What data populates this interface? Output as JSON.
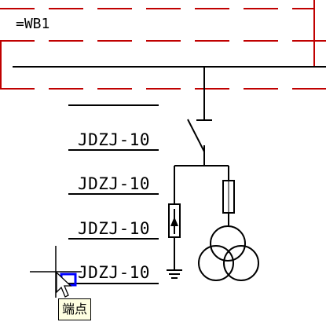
{
  "bus_label": "=WB1",
  "labels": [
    "JDZJ-10",
    "JDZJ-10",
    "JDZJ-10",
    "JDZJ-10"
  ],
  "tooltip": "端点",
  "colors": {
    "dashed_line": "#c00000",
    "wire": "#000000",
    "grip": "#0000ff",
    "tooltip_bg": "#ffffe1"
  },
  "icons": [
    "crosshair-cursor-icon",
    "arrow-cursor-icon",
    "endpoint-snap-marker-icon",
    "disconnector-switch-icon",
    "fuse-icon",
    "surge-arrester-icon",
    "ground-symbol-icon",
    "voltage-transformer-icon"
  ]
}
